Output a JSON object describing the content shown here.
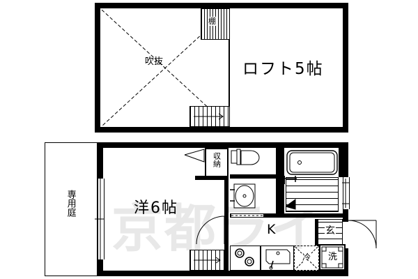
{
  "document": {
    "type": "japanese-apartment-floor-plan",
    "watermark": "京都ライ"
  },
  "upper_floor": {
    "name": "loft-floor",
    "rooms": [
      {
        "key": "void",
        "label": "吹抜",
        "meaning": "open-to-below void"
      },
      {
        "key": "loft",
        "label": "ロフト5帖",
        "meaning": "loft 5 tatami"
      },
      {
        "key": "shelf",
        "label": "棚",
        "meaning": "shelf"
      }
    ],
    "features": [
      {
        "key": "stairs-up",
        "label": "",
        "meaning": "staircase"
      }
    ]
  },
  "lower_floor": {
    "name": "main-floor",
    "rooms": [
      {
        "key": "garden",
        "label": "専用庭",
        "meaning": "private garden"
      },
      {
        "key": "washitsu",
        "label": "洋6帖",
        "meaning": "western room 6 tatami"
      },
      {
        "key": "closet",
        "label": "収納",
        "meaning": "storage closet"
      },
      {
        "key": "kitchen",
        "label": "K",
        "meaning": "kitchen"
      },
      {
        "key": "genkan",
        "label": "玄",
        "meaning": "entrance"
      }
    ],
    "fixtures": [
      {
        "key": "fridge",
        "label": "冷",
        "meaning": "refrigerator space"
      },
      {
        "key": "washer",
        "label": "洗",
        "meaning": "washing machine space"
      },
      {
        "key": "toilet",
        "label": "",
        "meaning": "toilet"
      },
      {
        "key": "basin",
        "label": "",
        "meaning": "wash basin"
      },
      {
        "key": "bathtub",
        "label": "",
        "meaning": "bathtub"
      },
      {
        "key": "stove",
        "label": "",
        "meaning": "two burner stove"
      },
      {
        "key": "sink",
        "label": "",
        "meaning": "kitchen sink"
      }
    ]
  },
  "colors": {
    "wall": "#000000",
    "paper": "#ffffff",
    "watermark": "#e8e8e8"
  }
}
